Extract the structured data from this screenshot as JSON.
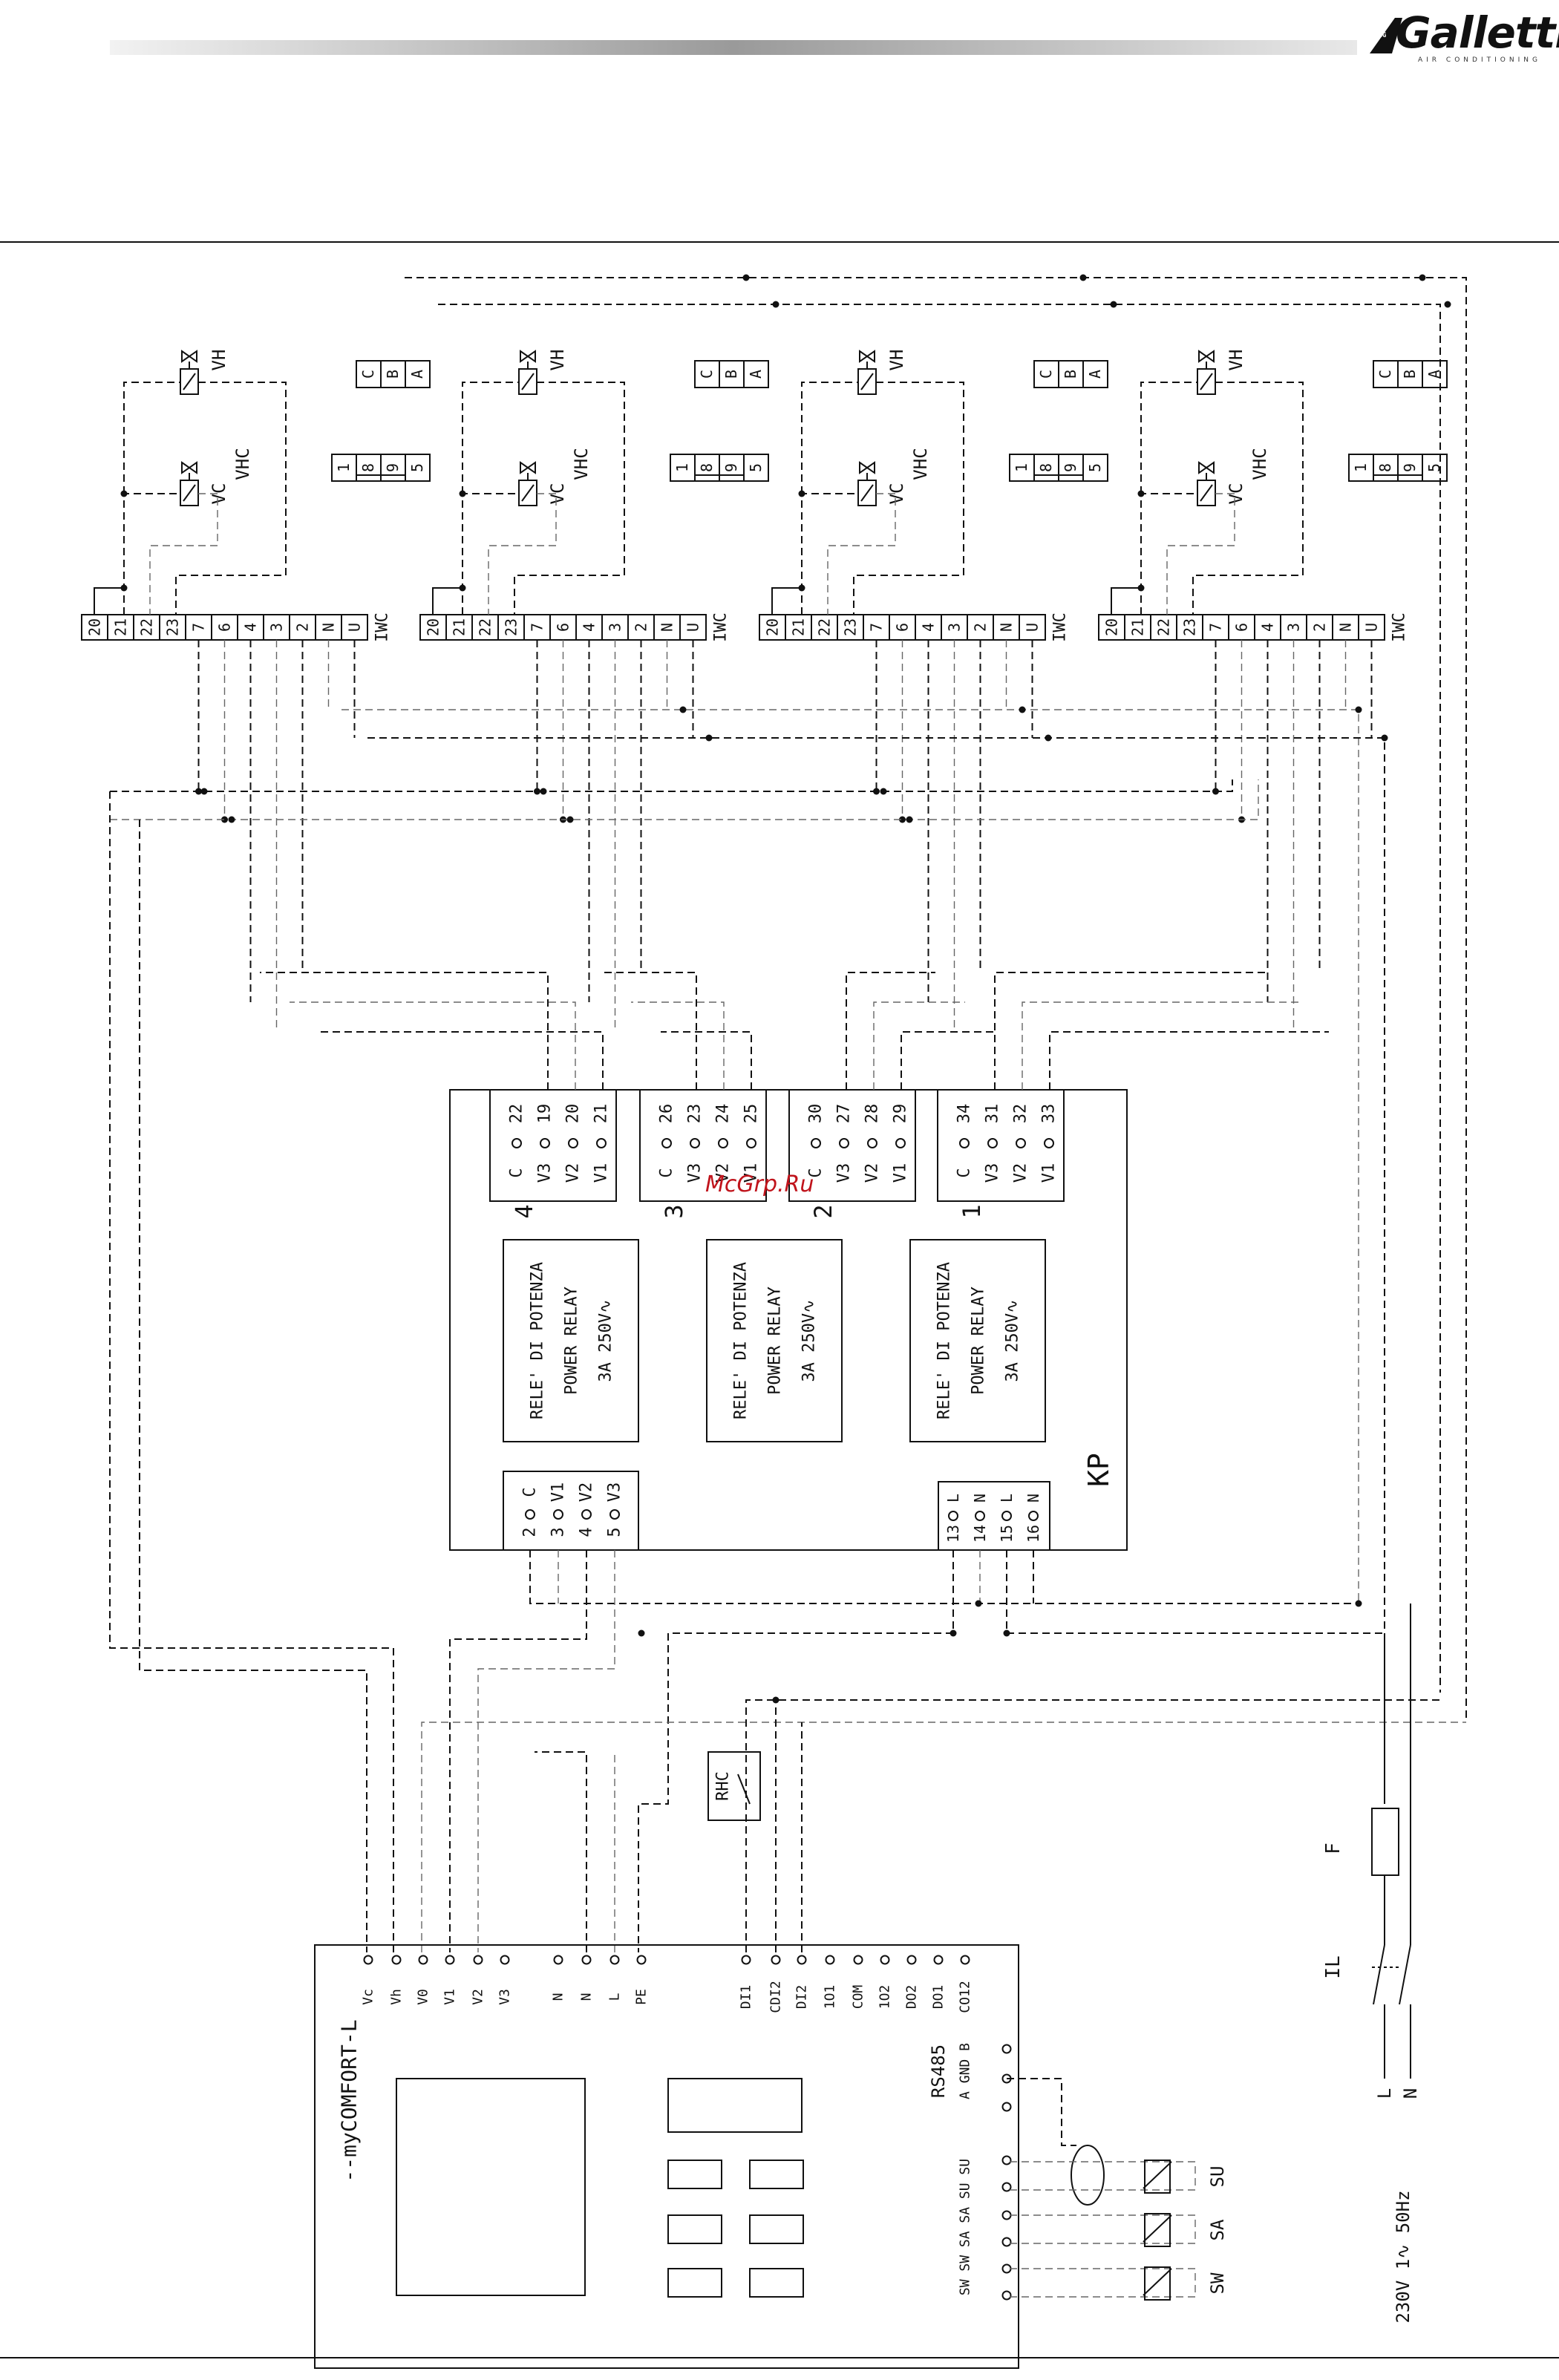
{
  "header": {
    "brand": "Galletti",
    "brand_sub": "AIR CONDITIONING",
    "brand_mark": "ANG"
  },
  "watermark": "McGrp.Ru",
  "units": {
    "terminal_block_label": "IWC",
    "terminals": [
      "20",
      "21",
      "22",
      "23",
      "7",
      "6",
      "4",
      "3",
      "2",
      "N",
      "U"
    ],
    "valve_labels": {
      "vc": "VC",
      "vh": "VH",
      "vhc": "VHC"
    },
    "cba": [
      "C",
      "B",
      "A"
    ],
    "strap": [
      "1",
      "8",
      "9",
      "5"
    ]
  },
  "kp": {
    "label": "KP",
    "relay_lines": [
      "RELE' DI POTENZA",
      "POWER RELAY",
      "3A 250V∿"
    ],
    "groups": [
      {
        "num": "4",
        "rows": [
          {
            "name": "C",
            "pin": "22"
          },
          {
            "name": "V3",
            "pin": "19"
          },
          {
            "name": "V2",
            "pin": "20"
          },
          {
            "name": "V1",
            "pin": "21"
          }
        ]
      },
      {
        "num": "3",
        "rows": [
          {
            "name": "C",
            "pin": "26"
          },
          {
            "name": "V3",
            "pin": "23"
          },
          {
            "name": "V2",
            "pin": "24"
          },
          {
            "name": "V1",
            "pin": "25"
          }
        ]
      },
      {
        "num": "2",
        "rows": [
          {
            "name": "C",
            "pin": "30"
          },
          {
            "name": "V3",
            "pin": "27"
          },
          {
            "name": "V2",
            "pin": "28"
          },
          {
            "name": "V1",
            "pin": "29"
          }
        ]
      },
      {
        "num": "1",
        "rows": [
          {
            "name": "C",
            "pin": "34"
          },
          {
            "name": "V3",
            "pin": "31"
          },
          {
            "name": "V2",
            "pin": "32"
          },
          {
            "name": "V1",
            "pin": "33"
          }
        ]
      }
    ],
    "input_block": [
      {
        "pin": "2",
        "name": "C"
      },
      {
        "pin": "3",
        "name": "V1"
      },
      {
        "pin": "4",
        "name": "V2"
      },
      {
        "pin": "5",
        "name": "V3"
      }
    ],
    "power_block": [
      {
        "pin": "13",
        "name": "L"
      },
      {
        "pin": "14",
        "name": "N"
      },
      {
        "pin": "15",
        "name": "L"
      },
      {
        "pin": "16",
        "name": "N"
      }
    ]
  },
  "controller": {
    "label": "--myCOMFORT-L",
    "pins": [
      "Vc",
      "Vh",
      "V0",
      "V1",
      "V2",
      "V3",
      "N",
      "N",
      "L",
      "PE",
      "DI1",
      "CDI2",
      "DI2",
      "1O1",
      "COM",
      "1O2",
      "DO2",
      "DO1",
      "CO12"
    ],
    "rs485": "RS485",
    "rs485_pins": "A GND B",
    "sensor_pins": "SW SW SA SA SU SU"
  },
  "rhc": "RHC",
  "sensors": [
    "SU",
    "SA",
    "SW"
  ],
  "supply": {
    "fuse": "F",
    "switch": "IL",
    "l": "L",
    "n": "N",
    "voltage": "230V 1∿ 50Hz"
  }
}
